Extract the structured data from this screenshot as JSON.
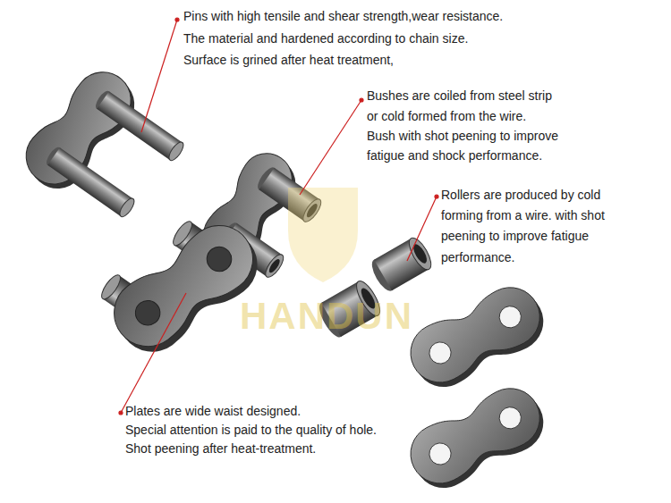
{
  "diagram": {
    "labels": [
      "Pins with high tensile and shear strength,wear resistance.",
      "The material and hardened according to chain size.",
      "Surface is grined after heat treatment,",
      "Bushes are coiled from steel strip",
      "or cold formed from the wire.",
      "Bush with shot peening to improve",
      "fatigue and shock performance.",
      "Rollers are produced by cold",
      "forming from a wire. with shot",
      "peening to improve fatigue",
      "performance.",
      "Plates are wide waist designed.",
      "Special attention is paid to the quality of hole.",
      "Shot peening after heat-treatment.",
      "HANDUN"
    ]
  }
}
